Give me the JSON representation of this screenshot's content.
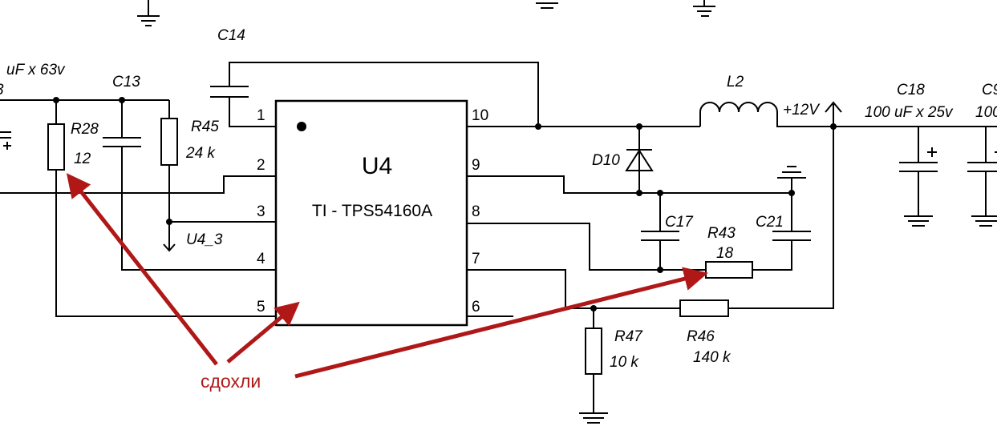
{
  "chip": {
    "ref": "U4",
    "part": "TI - TPS54160A",
    "pins": [
      "1",
      "2",
      "3",
      "4",
      "5",
      "6",
      "7",
      "8",
      "9",
      "10"
    ]
  },
  "components": {
    "c14": "C14",
    "c13": "C13",
    "c17": "C17",
    "c21": "C21",
    "c18": "C18",
    "c18_value": "100 uF x 25v",
    "c9_partial": "C9",
    "c9_value_partial": "100",
    "left_cap_value": "uF x 63v",
    "left_cap_ref_partial": "3",
    "r28": "R28",
    "r28_value": "12",
    "r45": "R45",
    "r45_value": "24 k",
    "r43": "R43",
    "r43_value": "18",
    "r47": "R47",
    "r47_value": "10 k",
    "r46": "R46",
    "r46_value": "140 k",
    "l2": "L2",
    "d10": "D10",
    "net_label": "U4_3",
    "out_voltage": "+12V"
  },
  "annotation": {
    "text": "сдохли",
    "color": "#b01818"
  }
}
